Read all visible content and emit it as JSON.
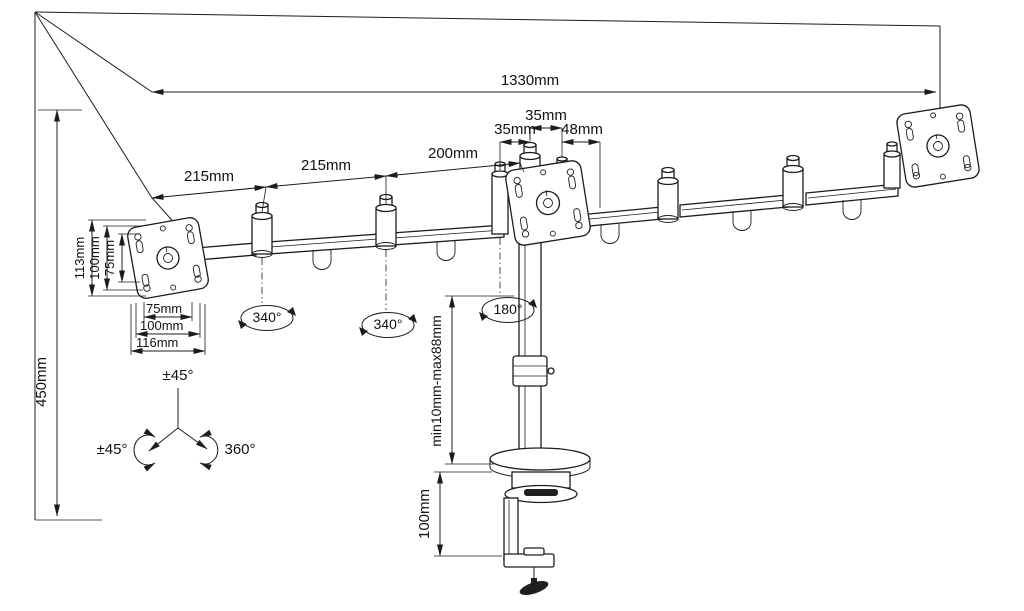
{
  "diagram": {
    "subject": "Triple monitor desk mount arm dimension drawing",
    "ink_color": "#1c1c1c",
    "background": "#ffffff"
  },
  "dims": {
    "total_width": "1330mm",
    "arm_segment_1": "215mm",
    "arm_segment_2": "215mm",
    "arm_segment_3": "200mm",
    "center_offset_1": "35mm",
    "center_offset_2": "35mm",
    "center_offset_3": "48mm",
    "column_height": "450mm",
    "height_adjust_range": "min10mm-max88mm",
    "clamp_height": "100mm",
    "vesa_plate_height": "113mm",
    "vesa_hole_height": "100mm",
    "vesa_hole_height_small": "75mm",
    "vesa_hole_width_small": "75mm",
    "vesa_hole_width": "100mm",
    "vesa_plate_width": "116mm"
  },
  "angles": {
    "joint1_swivel": "340°",
    "joint2_swivel": "340°",
    "center_swivel": "180°",
    "tilt": "±45°",
    "tilt_side": "±45°",
    "rotation": "360°"
  }
}
